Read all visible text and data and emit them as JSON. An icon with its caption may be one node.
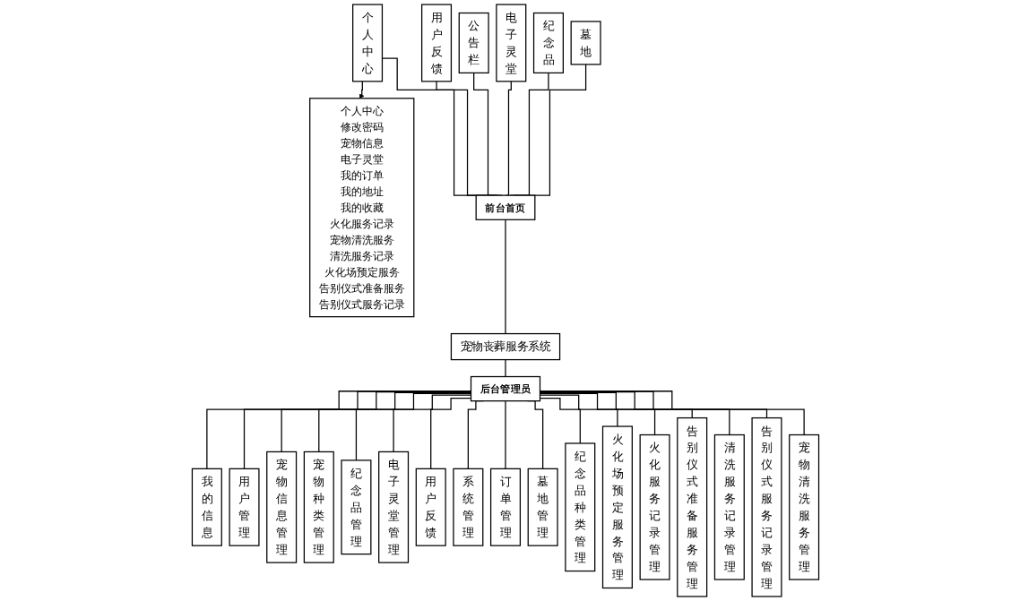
{
  "diagram": {
    "nodes": [
      {
        "text": [
          "墓地"
        ]
      },
      {
        "text": [
          "纪念品"
        ]
      },
      {
        "text": [
          "电子灵堂"
        ]
      },
      {
        "text": [
          "公告栏"
        ]
      },
      {
        "text": [
          "用户反馈"
        ]
      },
      {
        "text": [
          "个人中心"
        ]
      },
      {
        "text": [
          "个人中心",
          "修改密码",
          "宠物信息",
          "电子灵堂",
          "我的订单",
          "我的地址",
          "我的收藏",
          "火化服务记录",
          "宠物清洗服务",
          "清洗服务记录",
          "火化场预定服务",
          "告别仪式准备服务",
          "告别仪式服务记录"
        ]
      },
      {
        "text": [
          "前台首页"
        ]
      },
      {
        "text": [
          "宠物丧葬服务系统"
        ]
      },
      {
        "text": [
          "后台管理员"
        ]
      },
      {
        "text": [
          "我的信息"
        ]
      },
      {
        "text": [
          "用户管理"
        ]
      },
      {
        "text": [
          "宠物信息管理"
        ]
      },
      {
        "text": [
          "宠物种类管理"
        ]
      },
      {
        "text": [
          "纪念品管理"
        ]
      },
      {
        "text": [
          "电子灵堂管理"
        ]
      },
      {
        "text": [
          "用户反馈"
        ]
      },
      {
        "text": [
          "系统管理"
        ]
      },
      {
        "text": [
          "订单管理"
        ]
      },
      {
        "text": [
          "墓地管理"
        ]
      },
      {
        "text": [
          "纪念品种类管理"
        ]
      },
      {
        "text": [
          "火化场预定服务管理"
        ]
      },
      {
        "text": [
          "火化服务记录管理"
        ]
      },
      {
        "text": [
          "告别仪式准备服务管理"
        ]
      },
      {
        "text": [
          "清洗服务记录管理"
        ]
      },
      {
        "text": [
          "告别仪式服务记录管理"
        ]
      },
      {
        "text": [
          "宠物清洗服务管理"
        ]
      }
    ],
    "edges": [
      {
        "from": 0,
        "to": 7,
        "arrow": "none"
      },
      {
        "from": 1,
        "to": 7,
        "arrow": "none"
      },
      {
        "from": 2,
        "to": 7,
        "arrow": "none"
      },
      {
        "from": 3,
        "to": 7,
        "arrow": "none"
      },
      {
        "from": 4,
        "to": 7,
        "arrow": "none"
      },
      {
        "from": 5,
        "to": 7,
        "arrow": "none"
      },
      {
        "from": 5,
        "to": 6,
        "arrow": "to"
      },
      {
        "from": 7,
        "to": 8,
        "arrow": "none"
      },
      {
        "from": 8,
        "to": 9,
        "arrow": "none"
      },
      {
        "from": 9,
        "to": 10,
        "arrow": "none"
      },
      {
        "from": 9,
        "to": 11,
        "arrow": "none"
      },
      {
        "from": 9,
        "to": 12,
        "arrow": "none"
      },
      {
        "from": 9,
        "to": 13,
        "arrow": "none"
      },
      {
        "from": 9,
        "to": 14,
        "arrow": "none"
      },
      {
        "from": 9,
        "to": 15,
        "arrow": "none"
      },
      {
        "from": 9,
        "to": 16,
        "arrow": "none"
      },
      {
        "from": 9,
        "to": 17,
        "arrow": "none"
      },
      {
        "from": 9,
        "to": 18,
        "arrow": "none"
      },
      {
        "from": 9,
        "to": 19,
        "arrow": "none"
      },
      {
        "from": 9,
        "to": 20,
        "arrow": "none"
      },
      {
        "from": 9,
        "to": 21,
        "arrow": "none"
      },
      {
        "from": 9,
        "to": 22,
        "arrow": "none"
      },
      {
        "from": 9,
        "to": 23,
        "arrow": "none"
      },
      {
        "from": 9,
        "to": 24,
        "arrow": "none"
      },
      {
        "from": 9,
        "to": 25,
        "arrow": "none"
      },
      {
        "from": 9,
        "to": 26,
        "arrow": "none"
      }
    ]
  }
}
